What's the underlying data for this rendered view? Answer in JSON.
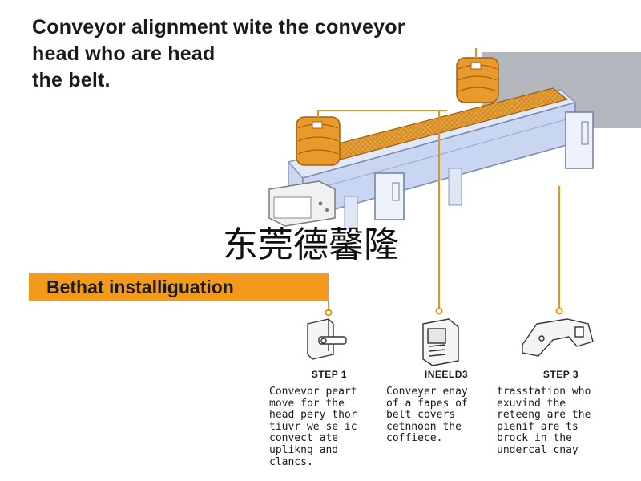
{
  "title": {
    "line1": "Conveyor alignment wite the conveyor",
    "line2": "head who are head",
    "line3": "the belt."
  },
  "watermark": "东莞德馨隆",
  "banner": "Bethat installiguation",
  "steps": [
    {
      "label": "STEP 1",
      "lines": [
        "Convevor peart",
        "move for the",
        "head pery thor",
        "tiuvr we se ic",
        "convect ate",
        "uplikng and",
        "clancs."
      ]
    },
    {
      "label": "INEELD3",
      "lines": [
        "Conveyer enay",
        "of a fapes of",
        "belt covers",
        "cetnnoon the",
        "coffiece."
      ]
    },
    {
      "label": "STEP 3",
      "lines": [
        "trasstation who",
        "exuvind the",
        "reteeng are the",
        "pienif are ts",
        "brock in the",
        "undercal cnay"
      ]
    }
  ],
  "colors": {
    "accent_orange": "#f39a1c",
    "frame_blue": "#c9d6f2",
    "belt_orange": "#e8a23a"
  },
  "icons": [
    "coil-roll-icon",
    "end-housing-icon",
    "bearing-block-icon",
    "control-panel-icon",
    "bracket-icon"
  ]
}
